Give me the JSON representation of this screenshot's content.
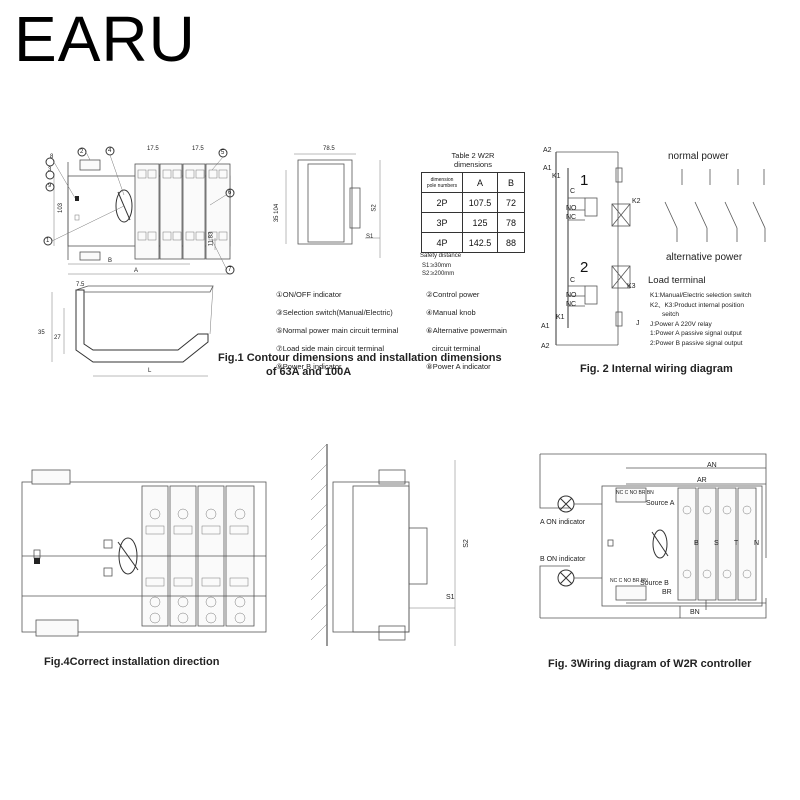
{
  "brand": "EARU",
  "fig1": {
    "caption_line1": "Fig.1 Contour dimensions and installation dimensions",
    "caption_line2": "of 63A and 100A",
    "dims": {
      "d_17_5_a": "17.5",
      "d_17_5_b": "17.5",
      "d_103": "103",
      "d_11_83": "11.83",
      "d_B": "B",
      "d_A": "A",
      "d_78_5": "78.5",
      "d_35_104": "35 104",
      "d_S1": "S1",
      "d_S2": "S2",
      "d_7_5": "7.5",
      "d_35": "35",
      "d_27": "27",
      "d_L": "L"
    },
    "callouts": [
      "1",
      "2",
      "3",
      "4",
      "5",
      "6",
      "7",
      "8",
      "9",
      "6"
    ],
    "legend": [
      {
        "left": "①ON/OFF indicator",
        "right": "②Control power"
      },
      {
        "left": "③Selection switch(Manual/Electric)",
        "right": "④Manual knob"
      },
      {
        "left": "⑤Normal power main circuit terminal",
        "right": "⑥Alternative powermain"
      },
      {
        "left": "⑦Load side main circuit terminal",
        "right": "circuit terminal"
      },
      {
        "left": "⑨Power B indicator",
        "right": "⑧Power A indicator"
      }
    ]
  },
  "table2": {
    "title_line1": "Table 2 W2R",
    "title_line2": "dimensions",
    "header_corner_top": "dimension",
    "header_corner_bottom": "pole numbers",
    "col_a": "A",
    "col_b": "B",
    "rows": [
      {
        "pole": "2P",
        "a": "107.5",
        "b": "72"
      },
      {
        "pole": "3P",
        "a": "125",
        "b": "78"
      },
      {
        "pole": "4P",
        "a": "142.5",
        "b": "88"
      }
    ],
    "safety_title": "Safety distance",
    "safety_s1": "S1:≥30mm",
    "safety_s2": "S2:≥200mm"
  },
  "fig2": {
    "caption": "Fig. 2 Internal wiring diagram",
    "normal_power": "normal power",
    "alternative_power": "alternative power",
    "load_terminal": "Load terminal",
    "labels": {
      "a2_top": "A2",
      "a1_top": "A1",
      "k1_top": "K1",
      "c1": "C",
      "no1": "NO",
      "nc1": "NC",
      "num1": "1",
      "k2": "K2",
      "num2": "2",
      "c2": "C",
      "no2": "NO",
      "nc2": "NC",
      "k3": "K3",
      "k1_bot": "K1",
      "a1_bot": "A1",
      "a2_bot": "A2",
      "j": "J"
    },
    "legend": [
      "K1:Manual/Electric selection switch",
      "K2、K3:Product internal position",
      "seitch",
      "J:Power A 220V relay",
      "1:Power A passive signal output",
      "2:Power B passive signal output"
    ]
  },
  "fig3": {
    "caption": "Fig. 3Wiring diagram of W2R controller",
    "an": "AN",
    "ar": "AR",
    "source_a": "Source A",
    "source_b": "Source B",
    "a_on": "A ON indicator",
    "b_on": "B ON indicator",
    "br": "BR",
    "bn": "BN",
    "phases": [
      "B",
      "S",
      "T",
      "N"
    ],
    "term_label": "NC C NO BR BN"
  },
  "fig4": {
    "caption": "Fig.4Correct installation direction",
    "s1": "S1",
    "s2": "S2"
  }
}
